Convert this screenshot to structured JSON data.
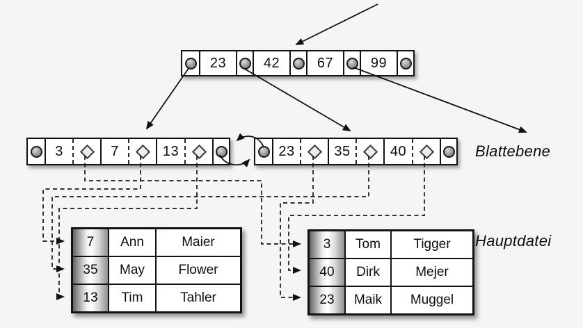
{
  "labels": {
    "leaf_level": "Blattebene",
    "main_file": "Hauptdatei"
  },
  "tree": {
    "root": {
      "keys": [
        "23",
        "42",
        "67",
        "99"
      ]
    },
    "left_leaf": {
      "keys": [
        "3",
        "7",
        "13"
      ]
    },
    "right_leaf": {
      "keys": [
        "23",
        "35",
        "40"
      ]
    }
  },
  "tables": {
    "left": {
      "rows": [
        [
          "7",
          "Ann",
          "Maier"
        ],
        [
          "35",
          "May",
          "Flower"
        ],
        [
          "13",
          "Tim",
          "Tahler"
        ]
      ]
    },
    "right": {
      "rows": [
        [
          "3",
          "Tom",
          "Tigger"
        ],
        [
          "40",
          "Dirk",
          "Mejer"
        ],
        [
          "23",
          "Maik",
          "Muggel"
        ]
      ]
    }
  },
  "icons": {
    "node_pointer": "filled-circle",
    "record_pointer": "diamond"
  },
  "colors": {
    "background": "#f5f5f5",
    "ink": "#111111",
    "node_fill": "#ffffff"
  }
}
